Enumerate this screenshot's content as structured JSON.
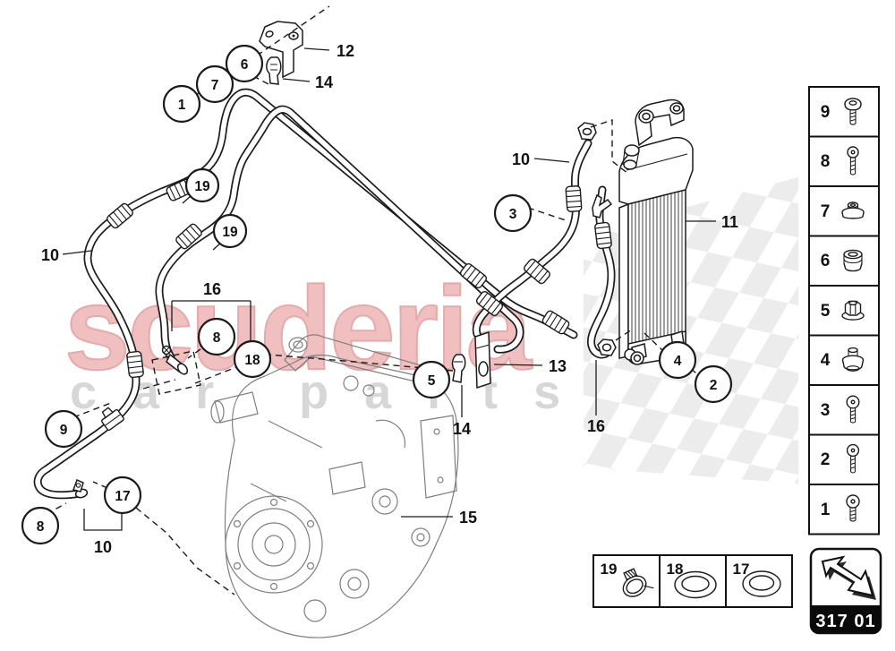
{
  "watermark": {
    "brand": "scuderia",
    "subtitle": "car parts"
  },
  "colors": {
    "watermark_red": "#efb9b9",
    "watermark_red_edge": "#e5a0a0",
    "watermark_grey": "#d7d7d7",
    "checker": "#ececec",
    "line": "#1c1c1c"
  },
  "callouts": [
    {
      "id": "c1",
      "n": "1"
    },
    {
      "id": "c7",
      "n": "7"
    },
    {
      "id": "c6",
      "n": "6"
    },
    {
      "id": "c19a",
      "n": "19"
    },
    {
      "id": "c19b",
      "n": "19"
    },
    {
      "id": "c3",
      "n": "3"
    },
    {
      "id": "c8a",
      "n": "8"
    },
    {
      "id": "c18",
      "n": "18"
    },
    {
      "id": "c5",
      "n": "5"
    },
    {
      "id": "c9",
      "n": "9"
    },
    {
      "id": "c17",
      "n": "17"
    },
    {
      "id": "c8b",
      "n": "8"
    },
    {
      "id": "c4",
      "n": "4"
    },
    {
      "id": "c2",
      "n": "2"
    }
  ],
  "labels": [
    {
      "n": "12"
    },
    {
      "n": "14"
    },
    {
      "n": "10"
    },
    {
      "n": "16"
    },
    {
      "n": "10"
    },
    {
      "n": "13"
    },
    {
      "n": "14"
    },
    {
      "n": "16"
    },
    {
      "n": "15"
    },
    {
      "n": "11"
    },
    {
      "n": "10"
    }
  ],
  "sidebar": {
    "items": [
      {
        "num": "9",
        "icon": "pan-head-screw"
      },
      {
        "num": "8",
        "icon": "ball-head-screw"
      },
      {
        "num": "7",
        "icon": "cap-grommet"
      },
      {
        "num": "6",
        "icon": "ribbed-bushing"
      },
      {
        "num": "5",
        "icon": "flange-nut"
      },
      {
        "num": "4",
        "icon": "sleeve-grommet"
      },
      {
        "num": "3",
        "icon": "dome-screw"
      },
      {
        "num": "2",
        "icon": "dome-screw"
      },
      {
        "num": "1",
        "icon": "dome-screw"
      }
    ]
  },
  "legend": {
    "items": [
      {
        "num": "19",
        "icon": "hose-clamp"
      },
      {
        "num": "18",
        "icon": "o-ring"
      },
      {
        "num": "17",
        "icon": "o-ring"
      }
    ]
  },
  "footer": {
    "code": "317 01"
  }
}
